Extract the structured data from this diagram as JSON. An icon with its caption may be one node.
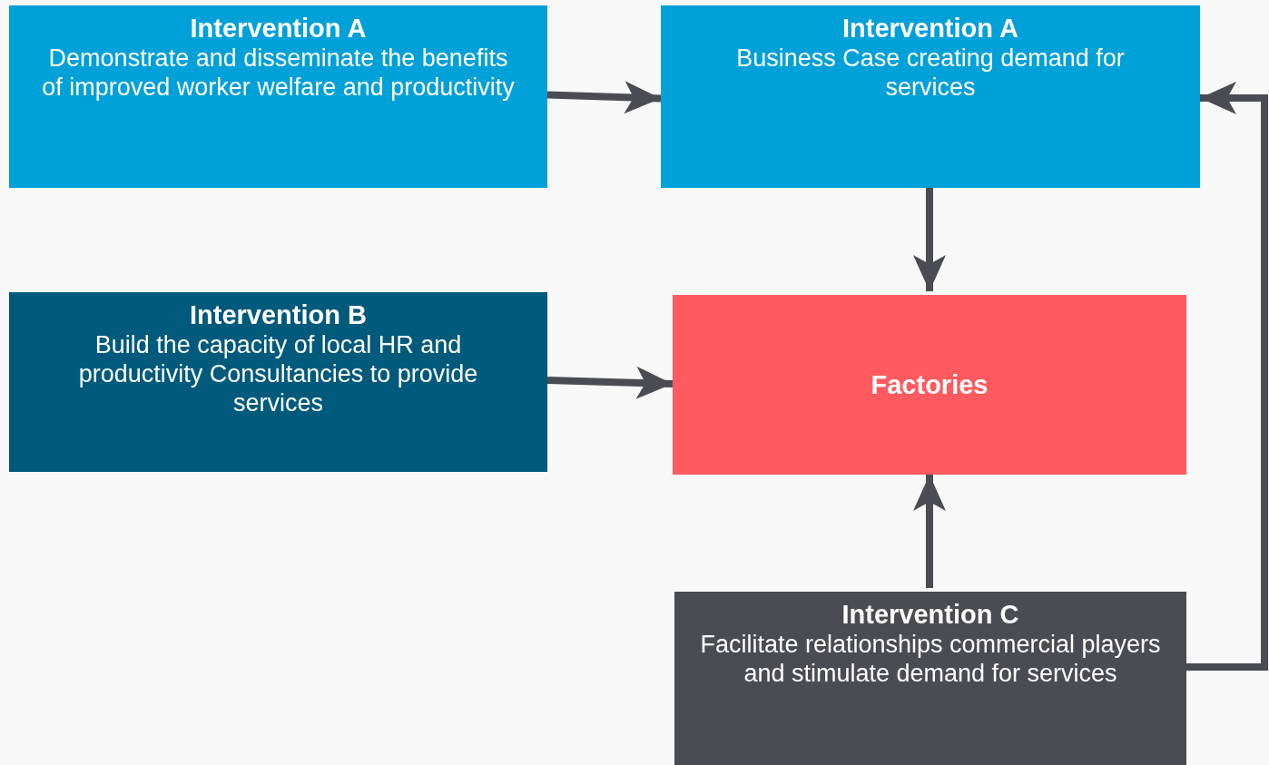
{
  "diagram": {
    "nodes": [
      {
        "text": [
          "Intervention A",
          "Demonstrate and disseminate the benefits of improved worker welfare and productivity"
        ]
      },
      {
        "text": [
          "Intervention A",
          "Business Case creating demand for services"
        ]
      },
      {
        "text": [
          "Intervention B",
          "Build the capacity of local HR and productivity Consultancies to provide services"
        ]
      },
      {
        "text": [
          "Factories"
        ]
      },
      {
        "text": [
          "Intervention C",
          "Facilitate relationships commercial players and stimulate demand for services"
        ]
      }
    ],
    "edges": [
      {
        "from": 0,
        "to": 1,
        "arrow": "to"
      },
      {
        "from": 1,
        "to": 3,
        "arrow": "to"
      },
      {
        "from": 2,
        "to": 3,
        "arrow": "to"
      },
      {
        "from": 4,
        "to": 3,
        "arrow": "to"
      },
      {
        "from": 4,
        "to": 1,
        "arrow": "to"
      }
    ]
  }
}
